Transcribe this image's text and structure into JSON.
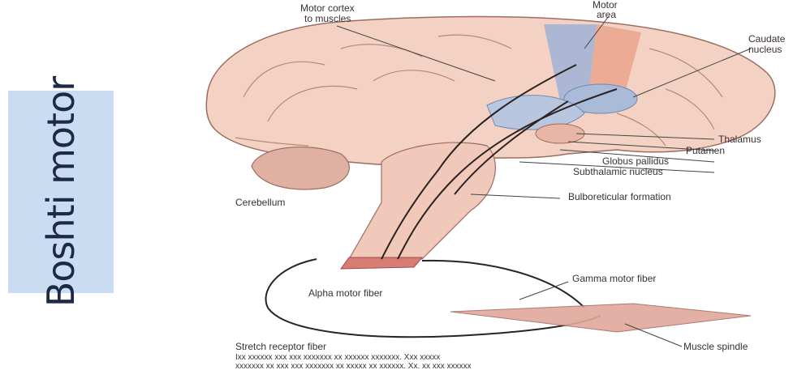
{
  "side_label": "Boshti motor",
  "labels": {
    "motor_cortex": "Motor cortex",
    "motor_cortex_line2": "to muscles",
    "motor_area": "Motor",
    "motor_area_line2": "area",
    "caudate": "Caudate",
    "caudate_line2": "nucleus",
    "thalamus": "Thalamus",
    "putamen": "Putamen",
    "globus_pallidus": "Globus pallidus",
    "subthalamic": "Subthalamic nucleus",
    "cerebellum": "Cerebellum",
    "reticular": "Bulboreticular formation",
    "alpha_fiber": "Alpha motor fiber",
    "gamma_fiber": "Gamma motor fiber",
    "muscle_spindle": "Muscle spindle",
    "stretch_fiber": "Stretch receptor fiber",
    "caption_line1": "Ixx xxxxxx xxx xxx xxxxxxx xx xxxxxx xxxxxxx. Xxx xxxxx",
    "caption_line2": "xxxxxxx xx xxx xxx xxxxxxx xx xxxxx xx xxxxxx. Xx. xx xxx xxxxxx"
  }
}
